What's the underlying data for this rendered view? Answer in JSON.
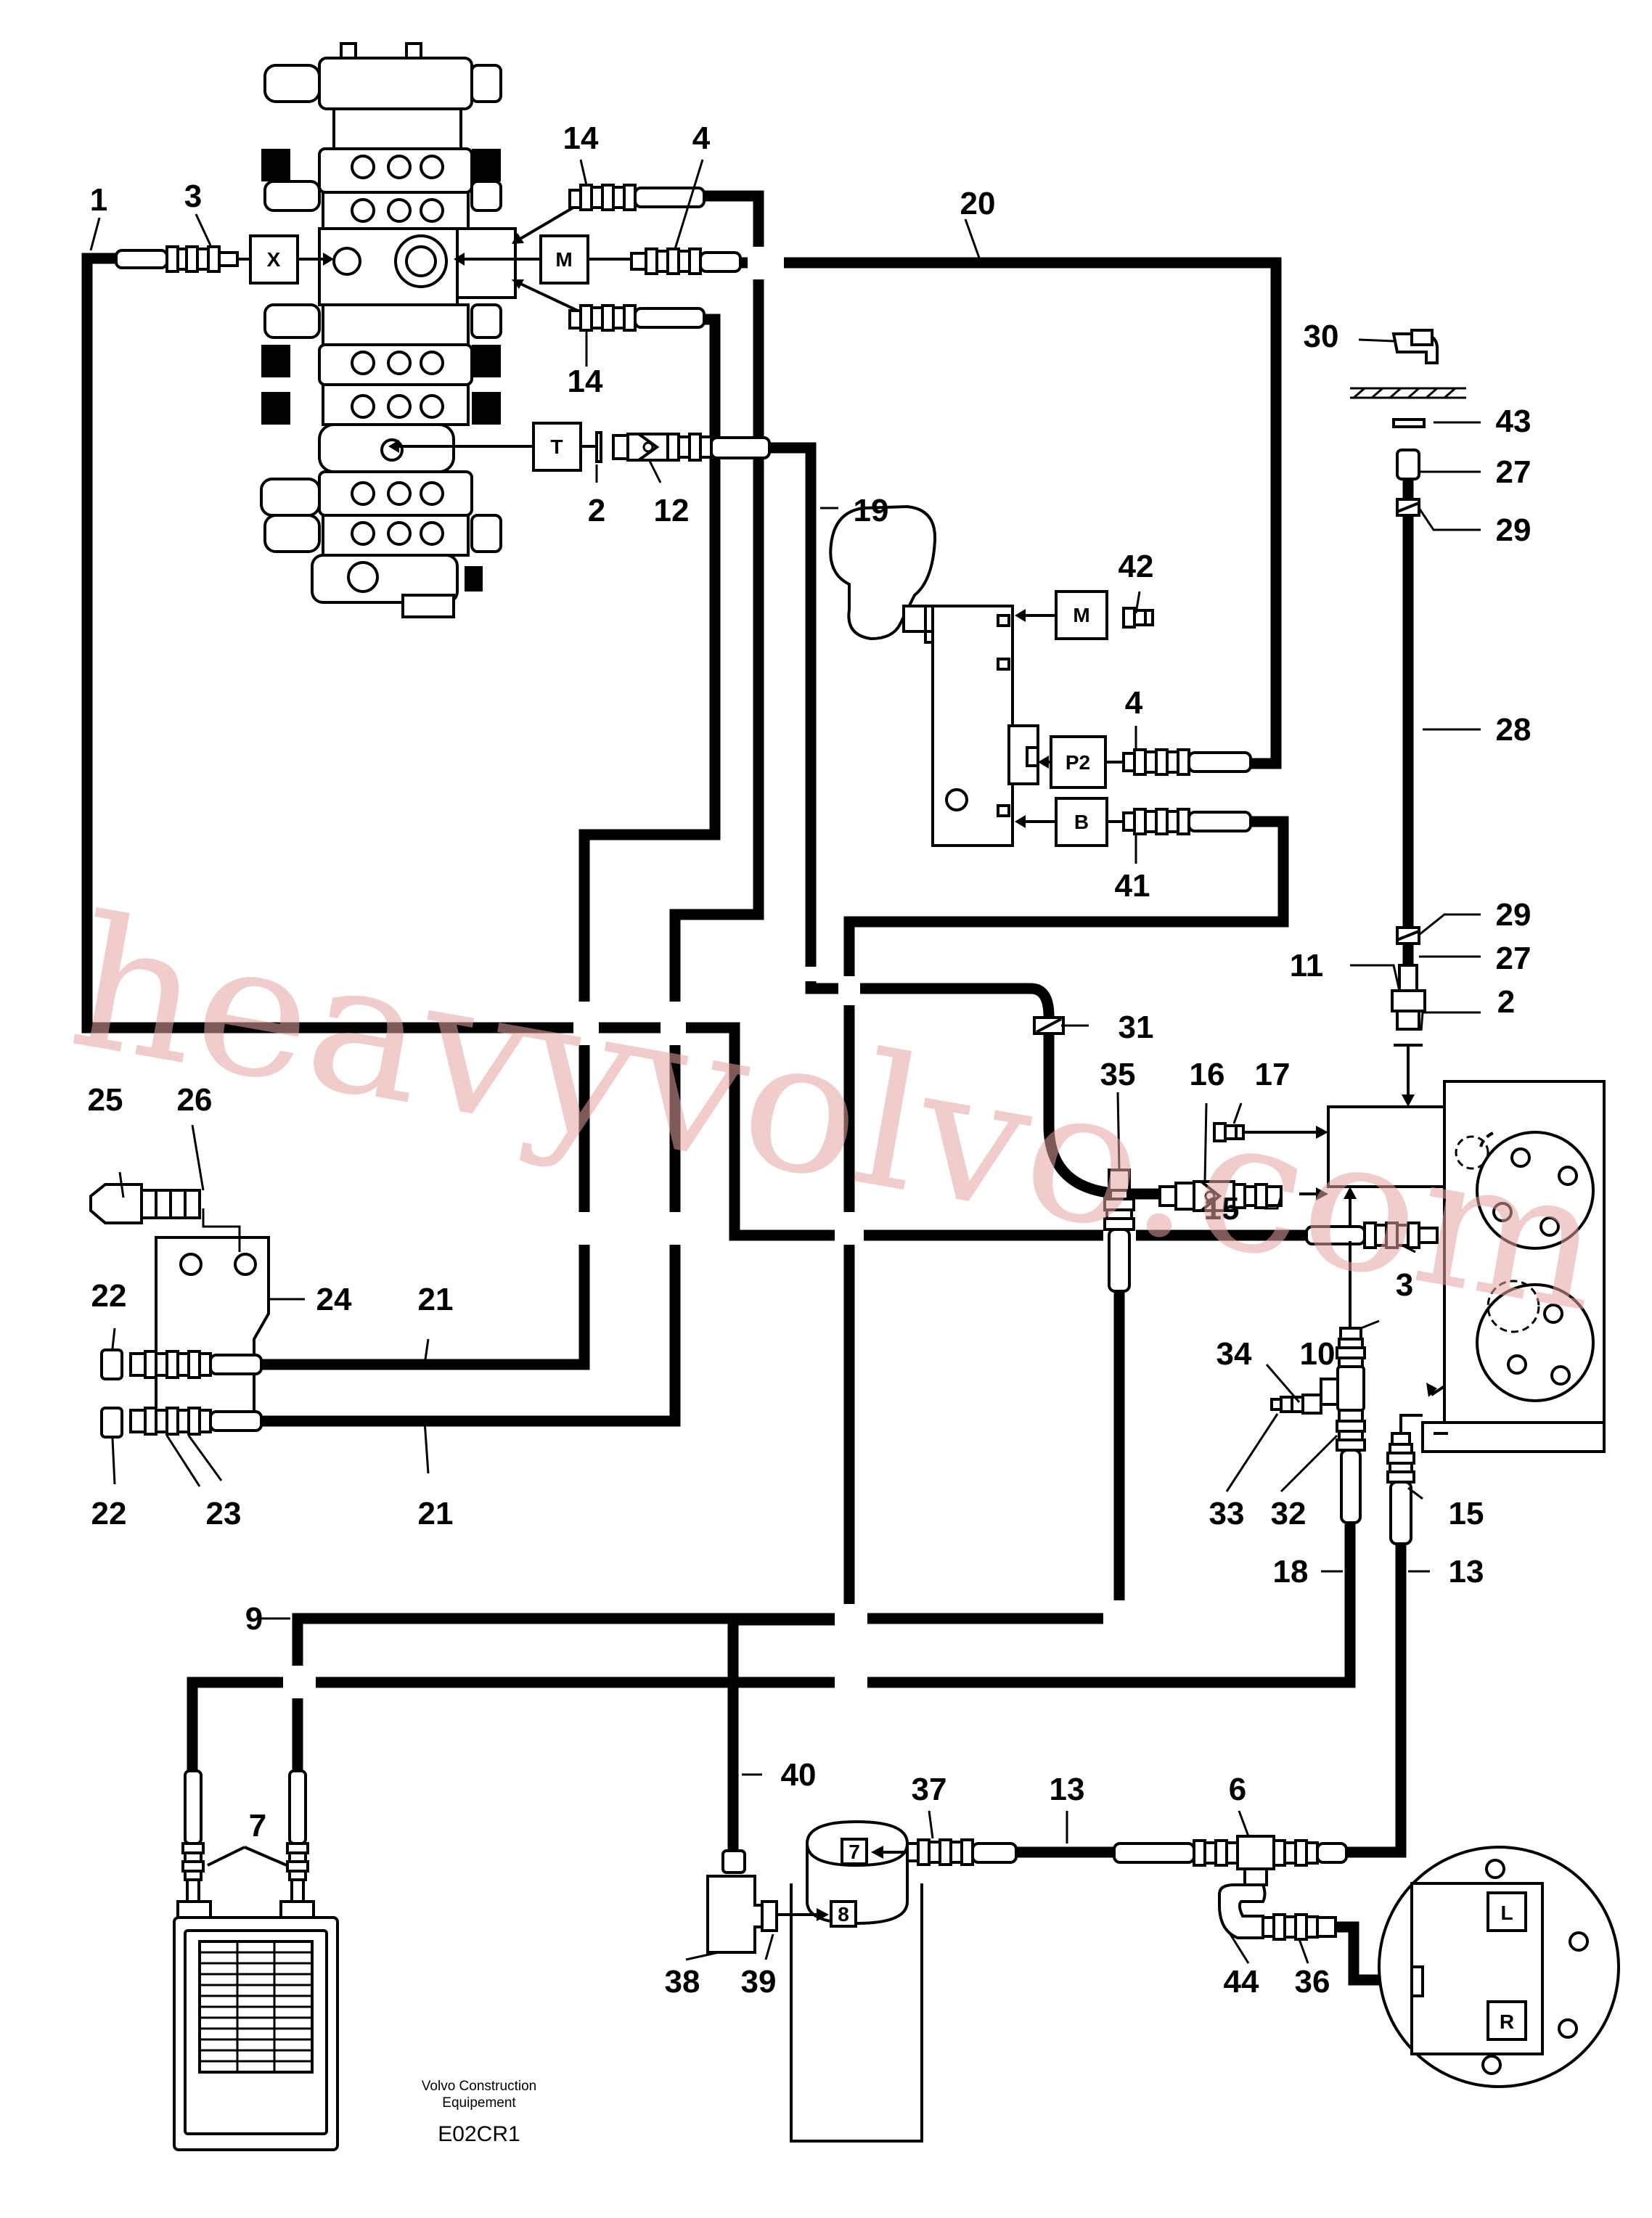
{
  "callouts": [
    {
      "id": "c1",
      "text": "1"
    },
    {
      "id": "c3a",
      "text": "3"
    },
    {
      "id": "c14a",
      "text": "14"
    },
    {
      "id": "c4a",
      "text": "4"
    },
    {
      "id": "c20",
      "text": "20"
    },
    {
      "id": "c14b",
      "text": "14"
    },
    {
      "id": "c30",
      "text": "30"
    },
    {
      "id": "c43",
      "text": "43"
    },
    {
      "id": "c27a",
      "text": "27"
    },
    {
      "id": "c29a",
      "text": "29"
    },
    {
      "id": "c2a",
      "text": "2"
    },
    {
      "id": "c12",
      "text": "12"
    },
    {
      "id": "c19",
      "text": "19"
    },
    {
      "id": "c42",
      "text": "42"
    },
    {
      "id": "c4b",
      "text": "4"
    },
    {
      "id": "c28",
      "text": "28"
    },
    {
      "id": "c41",
      "text": "41"
    },
    {
      "id": "c29b",
      "text": "29"
    },
    {
      "id": "c27b",
      "text": "27"
    },
    {
      "id": "c11",
      "text": "11"
    },
    {
      "id": "c2b",
      "text": "2"
    },
    {
      "id": "c31",
      "text": "31"
    },
    {
      "id": "c35",
      "text": "35"
    },
    {
      "id": "c16",
      "text": "16"
    },
    {
      "id": "c17",
      "text": "17"
    },
    {
      "id": "c25",
      "text": "25"
    },
    {
      "id": "c26",
      "text": "26"
    },
    {
      "id": "c15a",
      "text": "15"
    },
    {
      "id": "c3b",
      "text": "3"
    },
    {
      "id": "c22a",
      "text": "22"
    },
    {
      "id": "c24",
      "text": "24"
    },
    {
      "id": "c21a",
      "text": "21"
    },
    {
      "id": "c34",
      "text": "34"
    },
    {
      "id": "c10",
      "text": "10"
    },
    {
      "id": "c22b",
      "text": "22"
    },
    {
      "id": "c23",
      "text": "23"
    },
    {
      "id": "c21b",
      "text": "21"
    },
    {
      "id": "c33",
      "text": "33"
    },
    {
      "id": "c32",
      "text": "32"
    },
    {
      "id": "c15b",
      "text": "15"
    },
    {
      "id": "c18",
      "text": "18"
    },
    {
      "id": "c13a",
      "text": "13"
    },
    {
      "id": "c9",
      "text": "9"
    },
    {
      "id": "c40",
      "text": "40"
    },
    {
      "id": "c37",
      "text": "37"
    },
    {
      "id": "c13b",
      "text": "13"
    },
    {
      "id": "c6",
      "text": "6"
    },
    {
      "id": "c7a",
      "text": "7"
    },
    {
      "id": "c38",
      "text": "38"
    },
    {
      "id": "c39",
      "text": "39"
    },
    {
      "id": "c44",
      "text": "44"
    },
    {
      "id": "c36",
      "text": "36"
    }
  ],
  "port_labels": {
    "X": "X",
    "M_valve": "M",
    "T": "T",
    "M_pilot": "M",
    "P2": "P2",
    "B": "B",
    "port7": "7",
    "port8": "8",
    "L": "L",
    "R": "R"
  },
  "credit": {
    "line1": "Volvo Construction",
    "line2": "Equipement",
    "code": "E02CR1"
  },
  "watermark": "heavyvolvo.com"
}
